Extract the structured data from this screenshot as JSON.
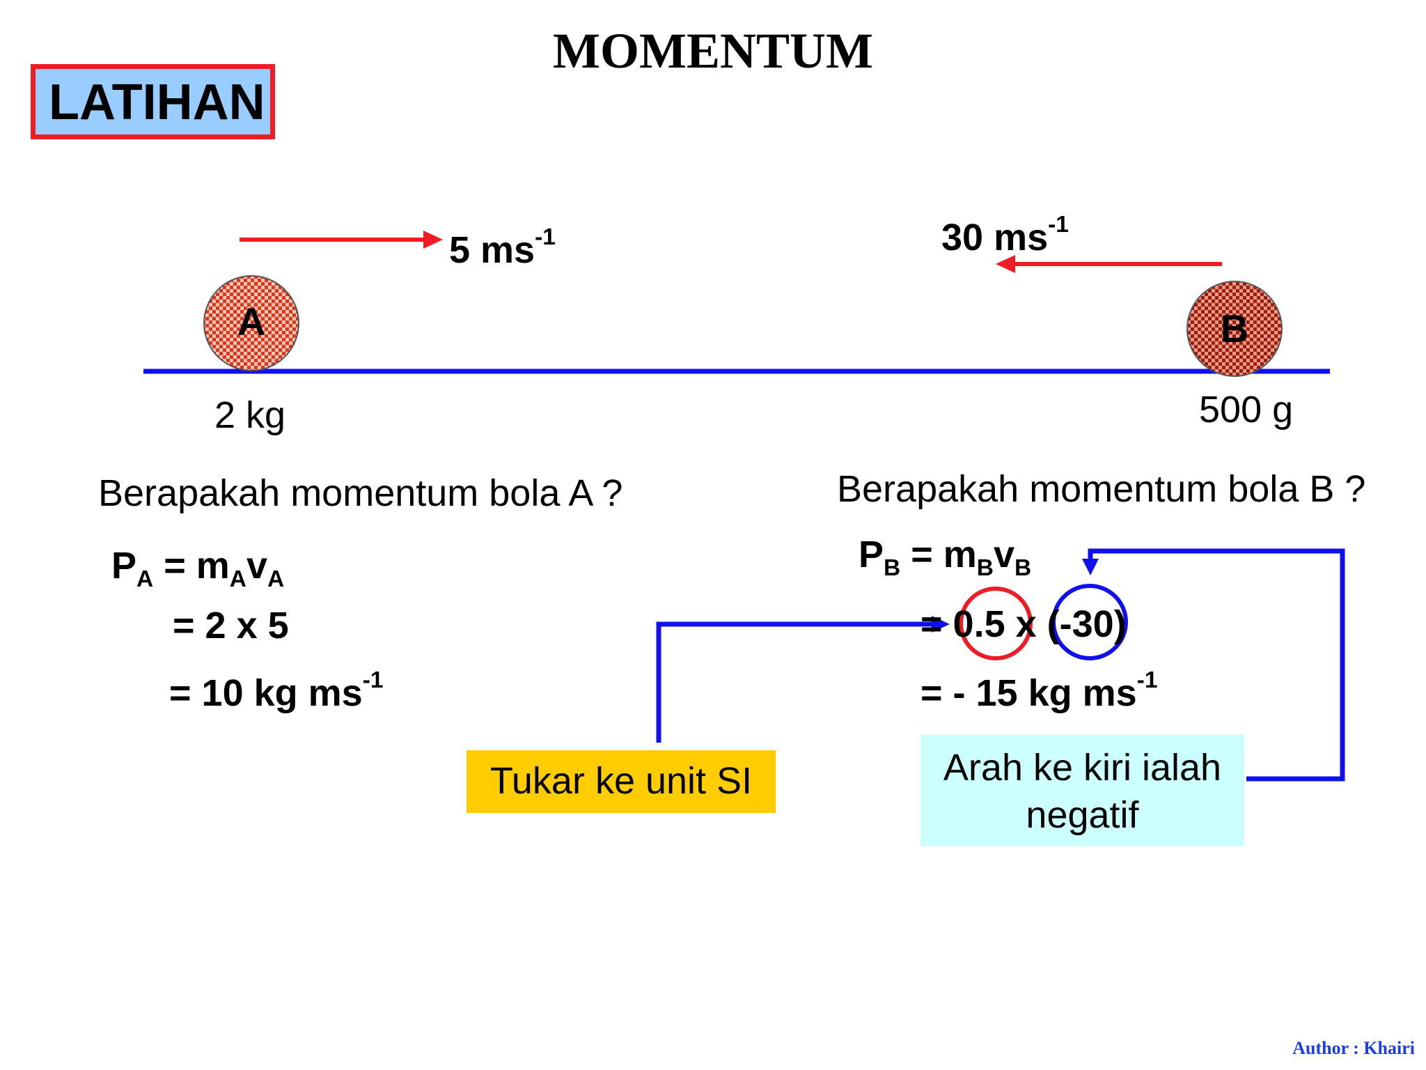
{
  "title": "MOMENTUM",
  "badge": {
    "label": "LATIHAN"
  },
  "colors": {
    "arrow_red": "#ee1c24",
    "line_blue": "#1010ee",
    "badge_bg": "#99ccff",
    "note_yellow": "#ffcc00",
    "note_cyan": "#ccffff",
    "author": "#1a3cf0"
  },
  "ball_a": {
    "label": "A",
    "mass": "2 kg",
    "speed_value": "5 ms",
    "speed_exp": "-1",
    "direction": "right"
  },
  "ball_b": {
    "label": "B",
    "mass": "500 g",
    "speed_value": "30 ms",
    "speed_exp": "-1",
    "direction": "left"
  },
  "question_a": "Berapakah momentum bola A ?",
  "question_b": "Berapakah momentum bola B ?",
  "solution_a": {
    "p": "P",
    "p_sub": "A",
    "eq": " = m",
    "m_sub": "A",
    "v": "v",
    "v_sub": "A",
    "step1": "= 2 x 5",
    "step2": "= 10 kg ms",
    "step2_exp": "-1"
  },
  "solution_b": {
    "p": "P",
    "p_sub": "B",
    "eq": " = m",
    "m_sub": "B",
    "v": "v",
    "v_sub": "B",
    "step1_prefix": "= ",
    "mass_value": "0.5",
    "times": " x ",
    "velocity_value": "(-30)",
    "step2": "= - 15 kg ms",
    "step2_exp": "-1"
  },
  "notes": {
    "convert_si": "Tukar ke unit SI",
    "left_negative": "Arah ke kiri ialah negatif"
  },
  "author": "Author : Khairi"
}
